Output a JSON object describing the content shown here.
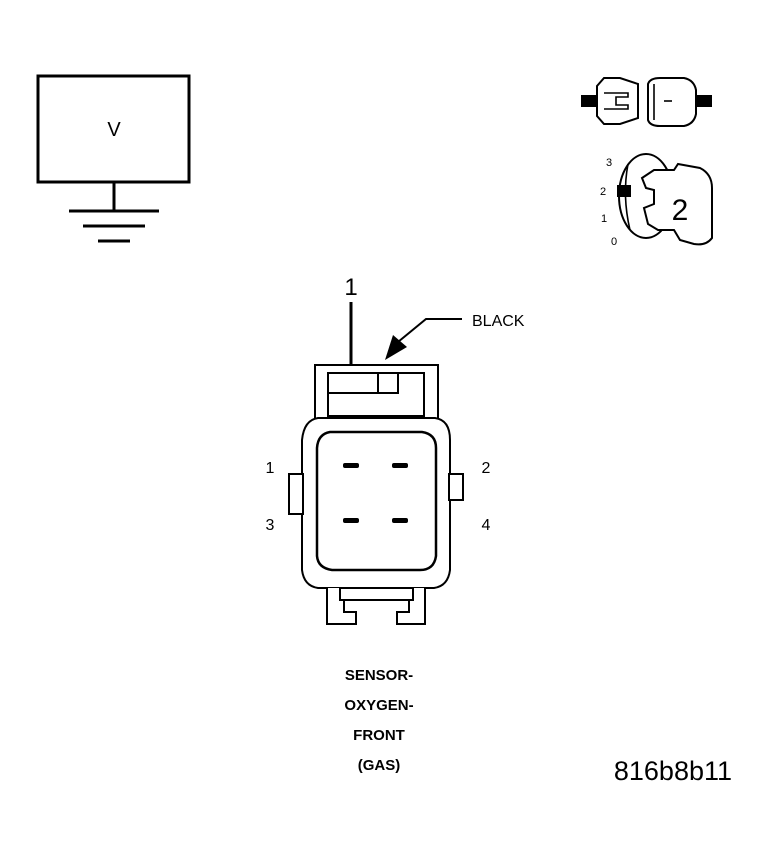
{
  "voltmeter": {
    "symbol": "V"
  },
  "ignition_key": {
    "positions": [
      "3",
      "2",
      "1",
      "0"
    ],
    "selected_label": "2"
  },
  "connector": {
    "callout_number": "1",
    "wire_color_label": "BLACK",
    "pin_labels": {
      "pin1": "1",
      "pin2": "2",
      "pin3": "3",
      "pin4": "4"
    },
    "caption_lines": [
      "SENSOR-",
      "OXYGEN-",
      "FRONT",
      "(GAS)"
    ]
  },
  "figure_id": "816b8b11"
}
